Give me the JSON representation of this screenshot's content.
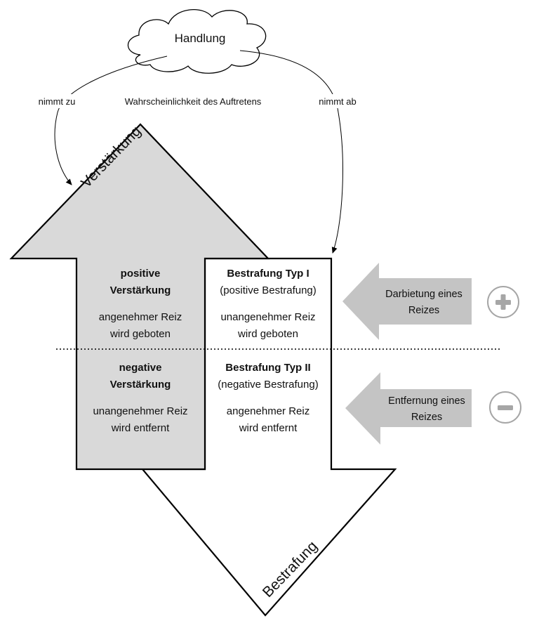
{
  "cloud": {
    "label": "Handlung"
  },
  "probability_label": "Wahrscheinlichkeit des Auftretens",
  "increase_label": "nimmt zu",
  "decrease_label": "nimmt ab",
  "up_arrow_label": "Verstärkung",
  "down_arrow_label": "Bestrafung",
  "cells": {
    "top_left": {
      "title1": "positive",
      "title2": "Verstärkung",
      "line1": "angenehmer Reiz",
      "line2": "wird geboten"
    },
    "top_right": {
      "title1": "Bestrafung Typ I",
      "subtitle": "(positive Bestrafung)",
      "line1": "unangenehmer Reiz",
      "line2": "wird geboten"
    },
    "bottom_left": {
      "title1": "negative",
      "title2": "Verstärkung",
      "line1": "unangenehmer Reiz",
      "line2": "wird entfernt"
    },
    "bottom_right": {
      "title1": "Bestrafung Typ II",
      "subtitle": "(negative Bestrafung)",
      "line1": "angenehmer Reiz",
      "line2": "wird entfernt"
    }
  },
  "side_arrows": [
    {
      "line1": "Darbietung eines",
      "line2": "Reizes",
      "icon": "plus-icon",
      "symbol": "+"
    },
    {
      "line1": "Entfernung eines",
      "line2": "Reizes",
      "icon": "minus-icon",
      "symbol": "−"
    }
  ],
  "colors": {
    "up_arrow_fill": "#d9d9d9",
    "down_arrow_fill": "#ffffff",
    "side_arrow_fill": "#c4c4c4",
    "icon_stroke": "#a6a6a6",
    "stroke": "#000000"
  }
}
